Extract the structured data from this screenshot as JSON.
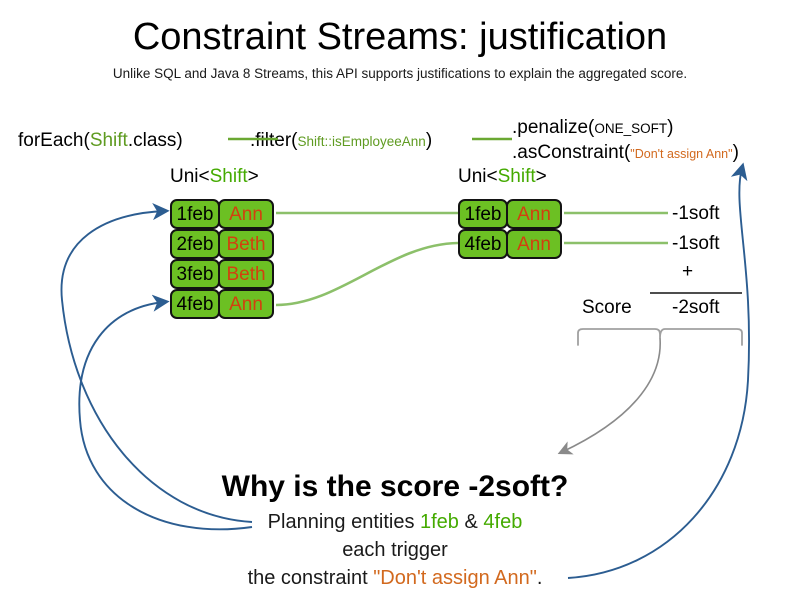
{
  "header": {
    "title": "Constraint Streams: justification",
    "subtitle": "Unlike SQL and Java 8 Streams, this API supports justifications to explain the aggregated score."
  },
  "code": {
    "foreach": {
      "prefix": "forEach(",
      "type": "Shift",
      "suffix": ".class)"
    },
    "filter": {
      "prefix": ".filter(",
      "arg": "Shift::isEmployeeAnn",
      "suffix": ")"
    },
    "penalize": {
      "prefix": ".penalize(",
      "arg": "ONE_SOFT",
      "suffix": ")"
    },
    "as_constraint": {
      "prefix": ".asConstraint(",
      "arg": "\"Don't assign Ann\"",
      "suffix": ")"
    }
  },
  "streams": {
    "left": {
      "label_prefix": "Uni<",
      "label_type": "Shift",
      "label_suffix": ">",
      "rows": [
        {
          "date": "1feb",
          "name": "Ann"
        },
        {
          "date": "2feb",
          "name": "Beth"
        },
        {
          "date": "3feb",
          "name": "Beth"
        },
        {
          "date": "4feb",
          "name": "Ann"
        }
      ]
    },
    "right": {
      "label_prefix": "Uni<",
      "label_type": "Shift",
      "label_suffix": ">",
      "rows": [
        {
          "date": "1feb",
          "name": "Ann"
        },
        {
          "date": "4feb",
          "name": "Ann"
        }
      ]
    }
  },
  "score": {
    "penalties": [
      "-1soft",
      "-1soft"
    ],
    "operator": "+",
    "label": "Score",
    "total": "-2soft"
  },
  "explanation": {
    "heading": "Why is the score -2soft?",
    "line1_a": "Planning entities ",
    "line1_b": "1feb",
    "line1_c": " & ",
    "line1_d": "4feb",
    "line2": "each trigger",
    "line3_a": "the constraint ",
    "line3_b": "\"Don't assign Ann\"",
    "line3_c": "."
  },
  "colors": {
    "box_fill": "#6cc023",
    "box_border": "#131313",
    "name_text": "#d2400f",
    "code_green": "#5f9b21",
    "bright_green": "#44aa00",
    "string_orange": "#d2691e",
    "connector_green": "#8cc06a",
    "arrow_blue": "#2c5d91",
    "brace_gray": "#999999"
  }
}
